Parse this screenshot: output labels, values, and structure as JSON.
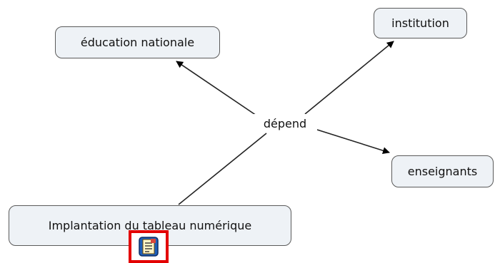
{
  "concept_map": {
    "nodes": {
      "education_nationale": "éducation nationale",
      "institution": "institution",
      "enseignants": "enseignants",
      "implantation": "Implantation du tableau numérique"
    },
    "link_phrase": "dépend",
    "resource_icon": "document-resource-icon",
    "colors": {
      "node_fill": "#eef2f6",
      "node_border": "#5a5a5a",
      "highlight_border": "#e30000",
      "resource_icon_blue": "#1f5fb8"
    }
  }
}
